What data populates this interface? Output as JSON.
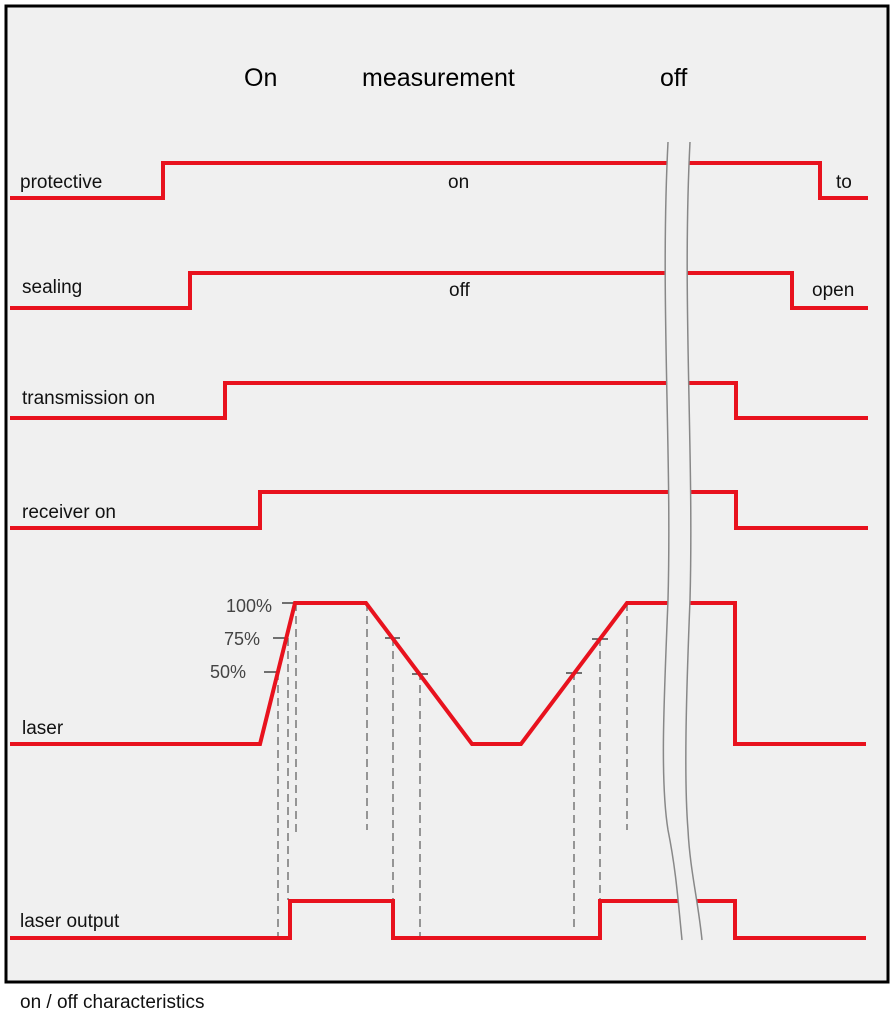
{
  "phases": {
    "on": "On",
    "measurement": "measurement",
    "off": "off"
  },
  "signals": {
    "protective": {
      "label": "protective",
      "state_high": "on",
      "state_low_end": "to"
    },
    "sealing": {
      "label": "sealing",
      "state_high": "off",
      "state_low_end": "open"
    },
    "transmission": {
      "label": "transmission on"
    },
    "receiver": {
      "label": "receiver on"
    },
    "laser": {
      "label": "laser",
      "levels": [
        "100%",
        "75%",
        "50%"
      ]
    },
    "laser_output": {
      "label": "laser output"
    }
  },
  "caption": "on / off characteristics",
  "colors": {
    "signal": "#e8121e",
    "background": "#f0f0f0",
    "frame": "#000000"
  }
}
